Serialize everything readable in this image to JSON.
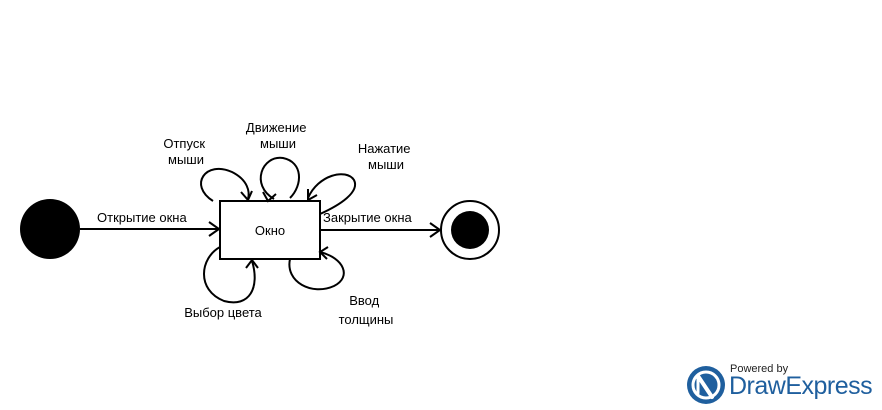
{
  "diagram": {
    "states": {
      "main": "Окно"
    },
    "transitions": {
      "open": "Открытие окна",
      "close": "Закрытие окна",
      "mouse_release": [
        "Отпуск",
        "мыши"
      ],
      "mouse_move": [
        "Движение",
        "мыши"
      ],
      "mouse_press": [
        "Нажатие",
        "мыши"
      ],
      "color_select": "Выбор цвета",
      "thickness_input": [
        "Ввод",
        "толщины"
      ]
    }
  },
  "branding": {
    "powered": "Powered by",
    "brand": "DrawExpress",
    "logo_color": "#1f5f9e"
  }
}
